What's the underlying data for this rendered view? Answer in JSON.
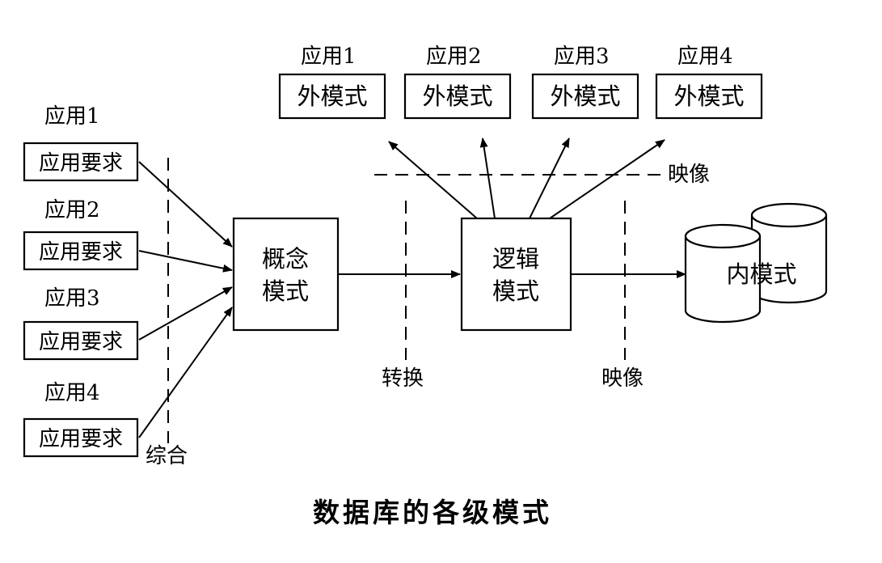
{
  "applications": [
    {
      "label": "应用1",
      "requirement": "应用要求"
    },
    {
      "label": "应用2",
      "requirement": "应用要求"
    },
    {
      "label": "应用3",
      "requirement": "应用要求"
    },
    {
      "label": "应用4",
      "requirement": "应用要求"
    }
  ],
  "external_schemas": [
    {
      "label": "应用1",
      "box": "外模式"
    },
    {
      "label": "应用2",
      "box": "外模式"
    },
    {
      "label": "应用3",
      "box": "外模式"
    },
    {
      "label": "应用4",
      "box": "外模式"
    }
  ],
  "conceptual": {
    "line1": "概念",
    "line2": "模式"
  },
  "logical": {
    "line1": "逻辑",
    "line2": "模式"
  },
  "internal": {
    "label": "内模式"
  },
  "annotations": {
    "synthesis": "综合",
    "transform": "转换",
    "mapping_top": "映像",
    "mapping_bottom": "映像"
  },
  "caption": "数据库的各级模式"
}
